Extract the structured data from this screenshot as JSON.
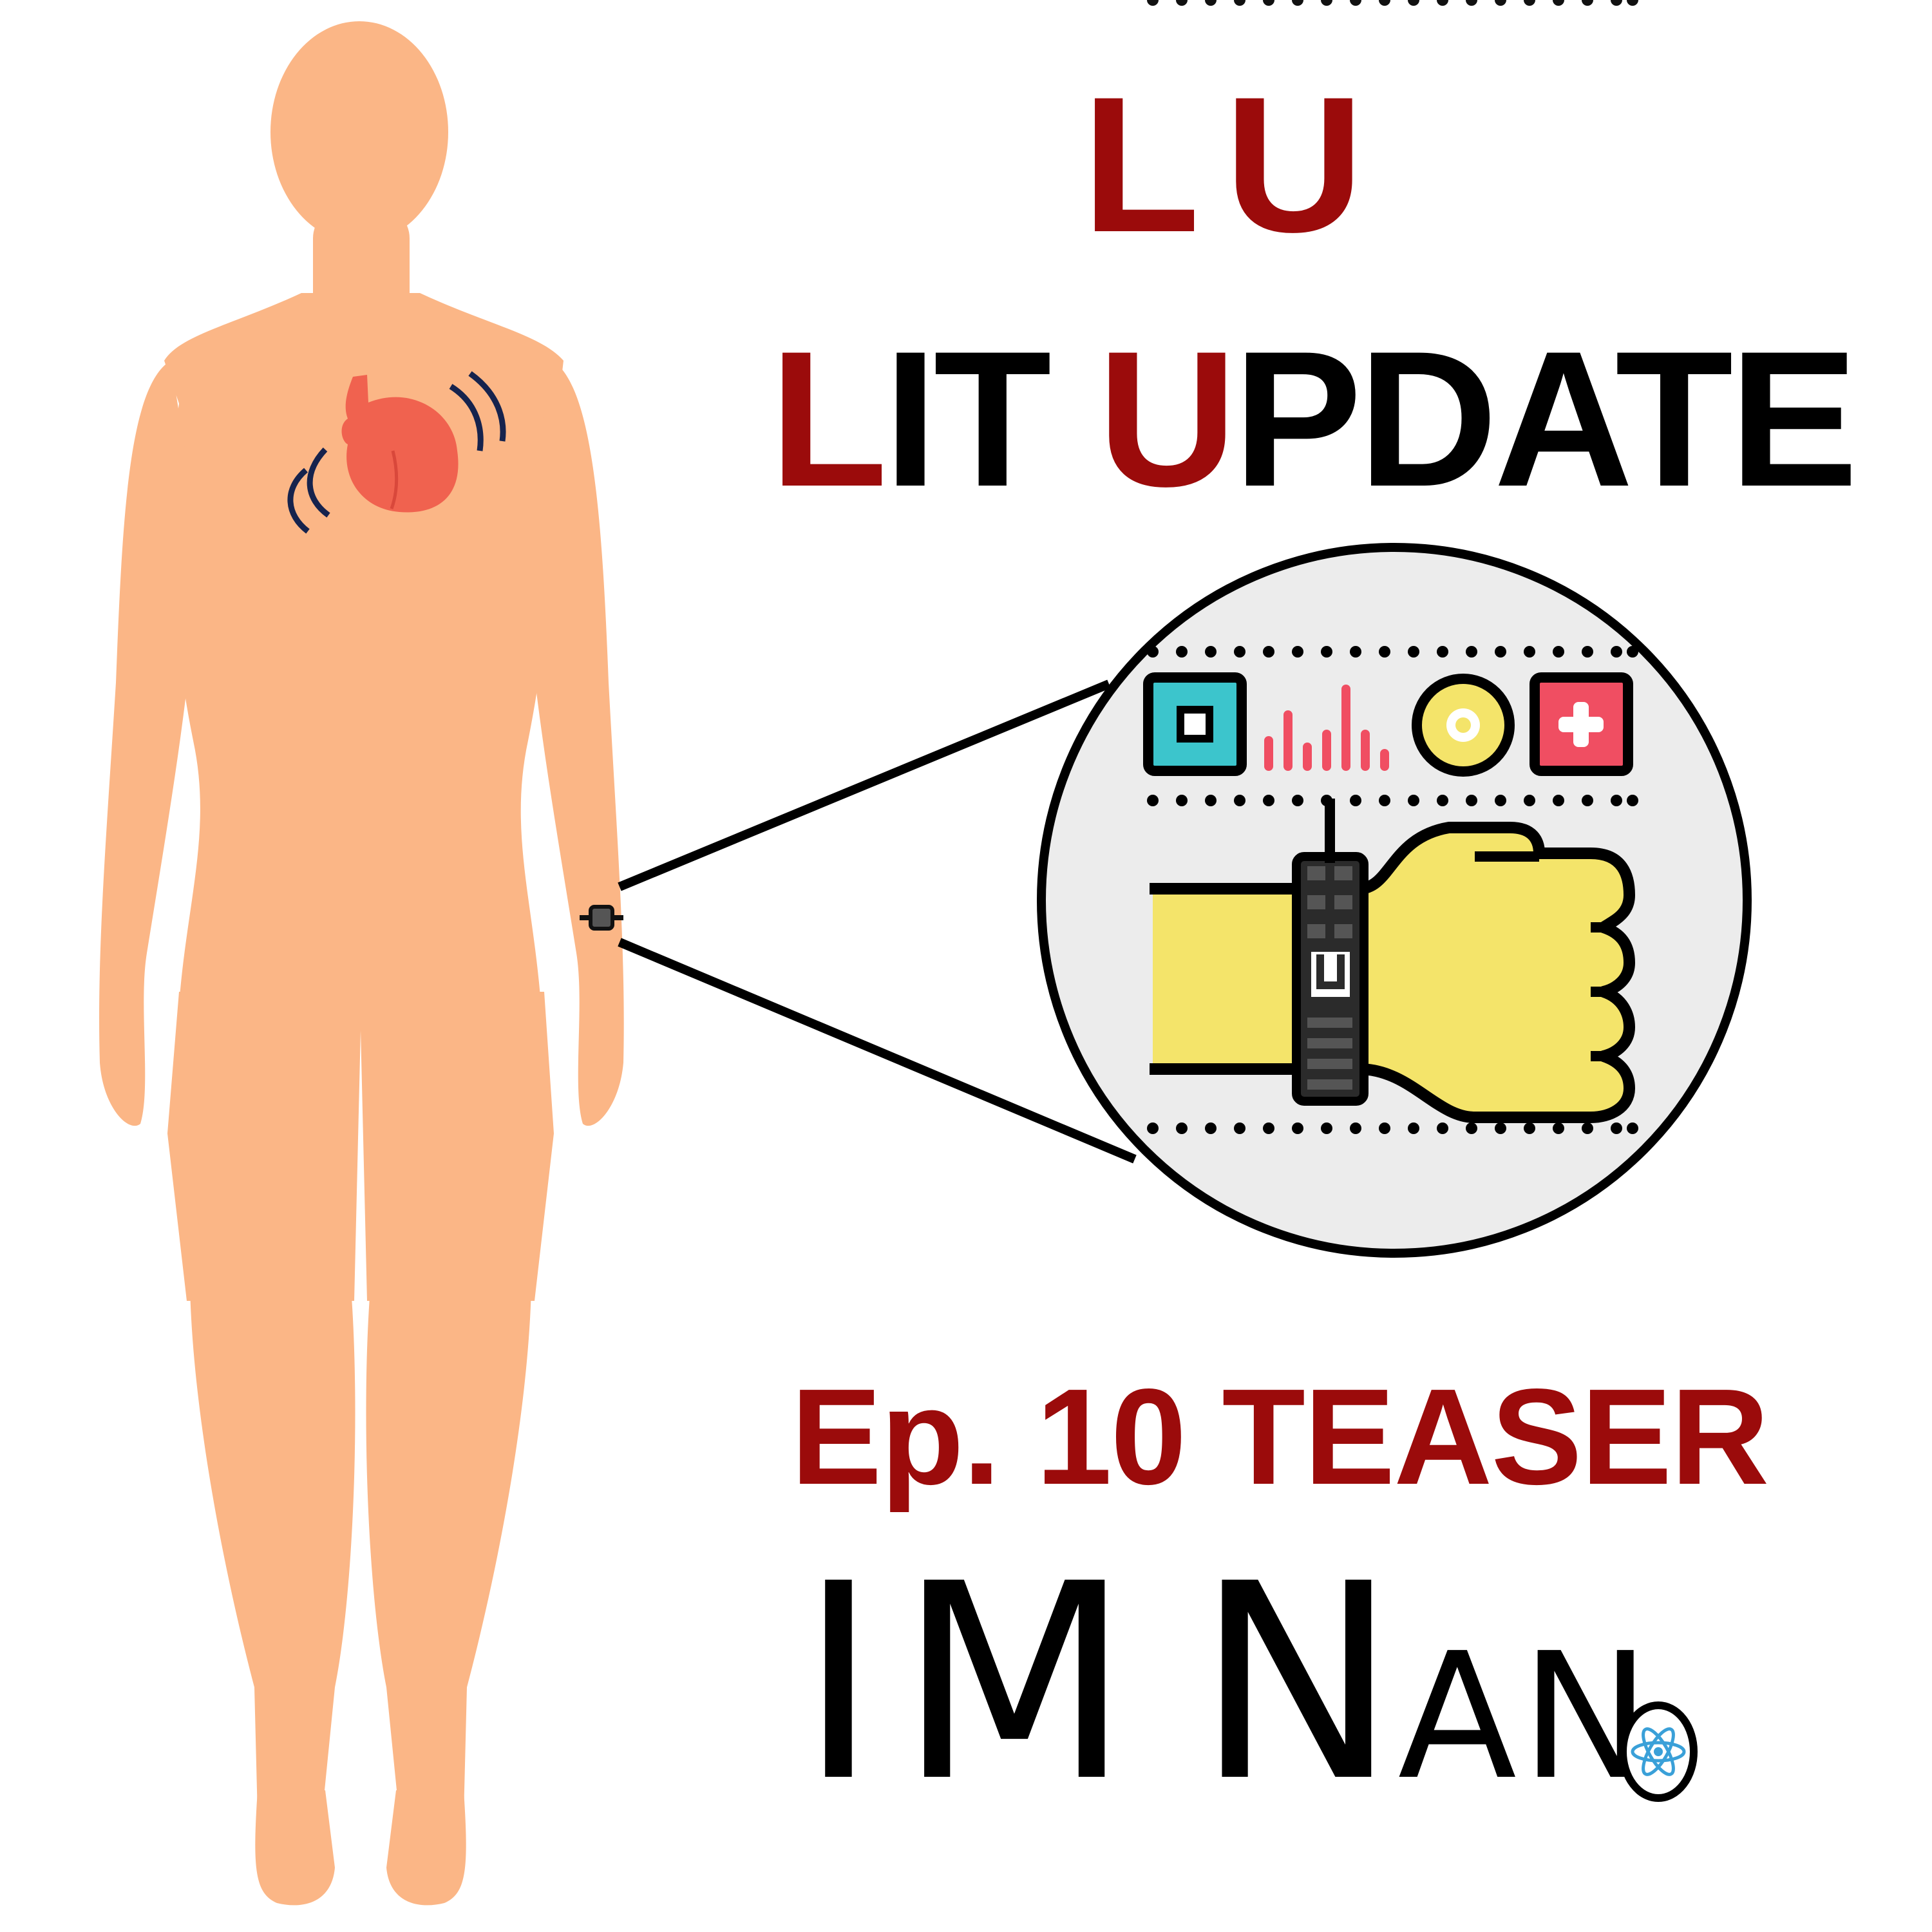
{
  "title": {
    "acronym_l": "L",
    "acronym_u": "U",
    "lit_initial": "L",
    "lit_rest": "IT ",
    "update_initial": "U",
    "update_rest": "PDATE"
  },
  "episode": "Ep. 10 TEASER",
  "brand": {
    "part1": "IM",
    "part2": "N",
    "part3": "AN"
  },
  "illustration": {
    "body": "human-silhouette",
    "heart": "heart-icon",
    "wearable": "wristband-sensor",
    "callout_icons": [
      "square-icon",
      "bar-chart-icon",
      "circle-target-icon",
      "plus-icon"
    ],
    "logo_mark": "atom-icon"
  },
  "colors": {
    "title_red": "#9b0b0b",
    "skin": "#fbb686",
    "heart": "#f0624f",
    "teal": "#3cc5cc",
    "yellow": "#f4e46a",
    "pink": "#f04e62",
    "callout_bg": "#ececec"
  }
}
